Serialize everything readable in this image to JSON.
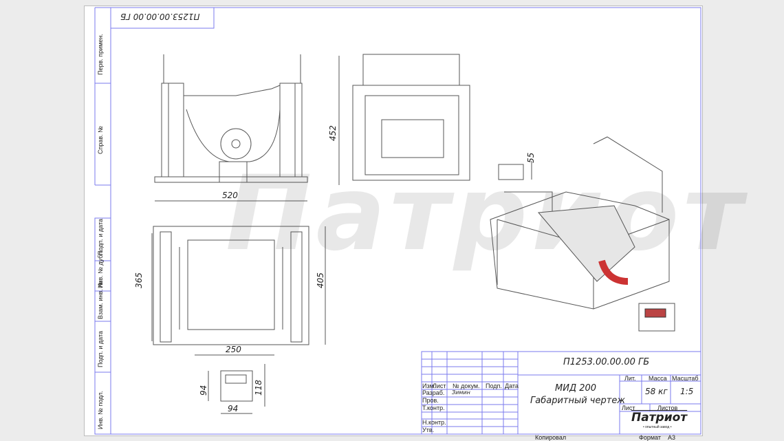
{
  "drawing": {
    "code": "П1253.00.00.00 ГБ",
    "code_mirrored": "П1253.00.00.00 ГБ",
    "product": "МИД 200",
    "title": "Габаритный чертеж",
    "mass": "58 кг",
    "scale": "1:5",
    "developer": "Зимин",
    "format_label": "Формат",
    "format": "А3",
    "copied_label": "Копировал",
    "company": "Патриот",
    "company_sub": "• опытный завод •"
  },
  "title_block": {
    "headers": {
      "izm": "Изм.",
      "list": "Лист",
      "doc": "№ докум.",
      "sign": "Подп.",
      "date": "Дата",
      "lit": "Лит.",
      "mass": "Масса",
      "scale": "Масштаб",
      "sheet": "Лист",
      "sheets": "Листов"
    },
    "rows": [
      "Разраб.",
      "Пров.",
      "Т.контр.",
      "Н.контр.",
      "Утв."
    ]
  },
  "side_stamps": [
    "Перв. примен.",
    "Справ. №",
    "Подп. и дата",
    "Инв. № дубл.",
    "Взам. инв. №",
    "Подп. и дата",
    "Инв. № подл."
  ],
  "dimensions": {
    "front_width": "520",
    "side_height": "452",
    "display_height": "55",
    "top_depth": "365",
    "top_width_outer": "405",
    "top_inner": "250",
    "box_height": "94",
    "box_height2": "118",
    "box_width": "94"
  }
}
